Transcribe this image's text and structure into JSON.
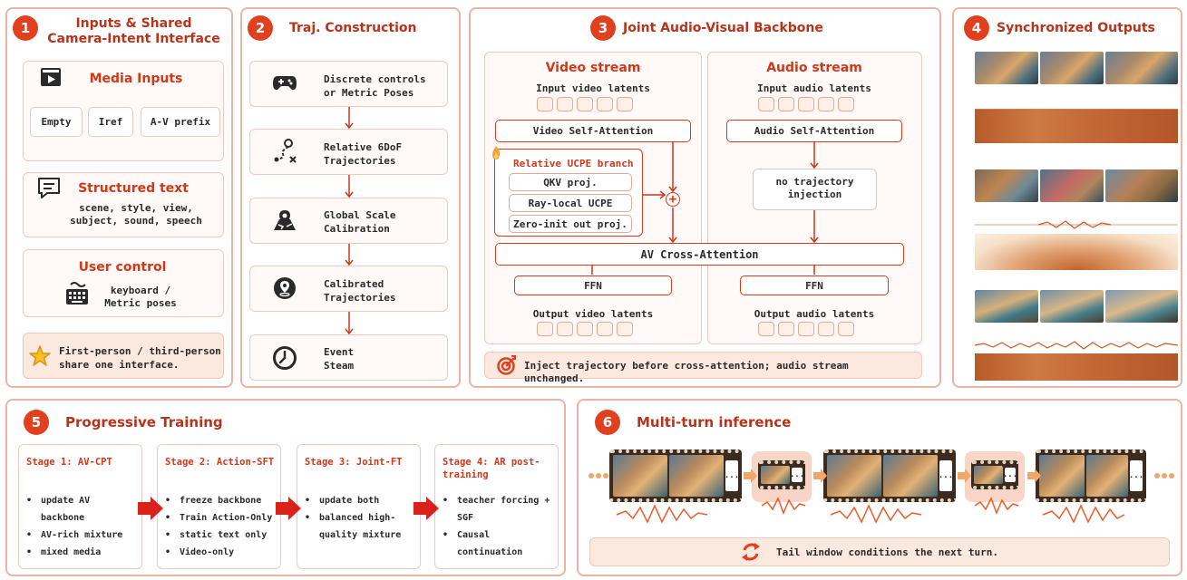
{
  "panel1": {
    "num": "1",
    "title": "Inputs & Shared\nCamera-Intent Interface",
    "media_inputs": {
      "title": "Media Inputs",
      "chips": [
        "Empty",
        "Iref",
        "A-V prefix"
      ]
    },
    "structured_text": {
      "title": "Structured text",
      "body": "scene, style, view,\nsubject, sound, speech"
    },
    "user_control": {
      "title": "User control",
      "body": "keyboard /\nMetric poses"
    },
    "footer": "First-person / third-person\nshare one interface."
  },
  "panel2": {
    "num": "2",
    "title": "Traj. Construction",
    "steps": [
      {
        "label": "Discrete controls\nor Metric Poses",
        "icon": "gamepad-icon"
      },
      {
        "label": "Relative 6DoF\nTrajectories",
        "icon": "route-icon"
      },
      {
        "label": "Global Scale\nCalibration",
        "icon": "map-icon"
      },
      {
        "label": "Calibrated\nTrajectories",
        "icon": "location-pin-icon"
      },
      {
        "label": "Event\nSteam",
        "icon": "clock-icon"
      }
    ]
  },
  "panel3": {
    "num": "3",
    "title": "Joint Audio-Visual Backbone",
    "video": {
      "title": "Video stream",
      "input": "Input video latents",
      "self_attn": "Video Self-Attention",
      "ffn": "FFN",
      "output": "Output video latents"
    },
    "ucpe": {
      "title": "Relative UCPE branch",
      "items": [
        "QKV proj.",
        "Ray-local UCPE",
        "Zero-init out proj."
      ]
    },
    "audio": {
      "title": "Audio stream",
      "input": "Input audio latents",
      "self_attn": "Audio Self-Attention",
      "no_inject": "no trajectory\ninjection",
      "ffn": "FFN",
      "output": "Output audio latents"
    },
    "cross_attn": "AV Cross-Attention",
    "plus": "+",
    "footer": "Inject trajectory before cross-attention; audio stream unchanged."
  },
  "panel4": {
    "num": "4",
    "title": "Synchronized Outputs"
  },
  "panel5": {
    "num": "5",
    "title": "Progressive Training",
    "stages": [
      {
        "title": "Stage 1: AV-CPT",
        "items": [
          "update AV\nbackbone",
          "AV-rich mixture",
          "mixed media"
        ]
      },
      {
        "title": "Stage 2: Action-SFT",
        "items": [
          "freeze backbone",
          "Train Action-Only",
          "static text only",
          "Video-only"
        ]
      },
      {
        "title": "Stage 3: Joint-FT",
        "items": [
          "update both",
          "balanced high-\nquality mixture"
        ]
      },
      {
        "title": "Stage 4: AR post-\ntraining",
        "items": [
          "teacher forcing +\nSGF",
          "Causal continuation"
        ]
      }
    ]
  },
  "panel6": {
    "num": "6",
    "title": "Multi-turn inference",
    "ellipsis": "...",
    "footer": "Tail window conditions the next turn."
  },
  "colors": {
    "accent": "#e0401e",
    "title": "#b8331a",
    "border": "#e9b4a6"
  }
}
